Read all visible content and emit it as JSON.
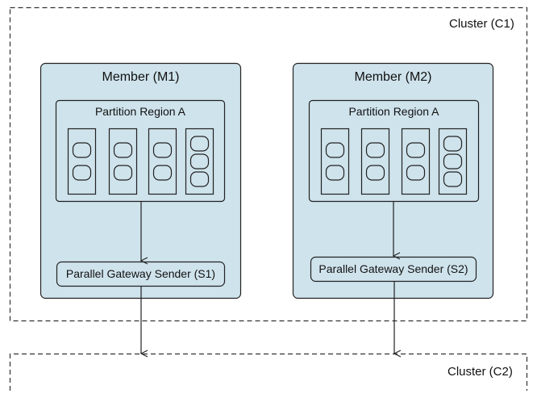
{
  "clusters": {
    "c1": {
      "label": "Cluster (C1)"
    },
    "c2": {
      "label": "Cluster (C2)"
    }
  },
  "members": [
    {
      "label": "Member (M1)",
      "region_label": "Partition Region A",
      "sender_label": "Parallel Gateway Sender (S1)",
      "buckets_per_column": [
        2,
        2,
        2,
        3
      ]
    },
    {
      "label": "Member (M2)",
      "region_label": "Partition Region A",
      "sender_label": "Parallel Gateway Sender (S2)",
      "buckets_per_column": [
        2,
        2,
        2,
        3
      ]
    }
  ],
  "colors": {
    "member_fill": "#cfe3ec",
    "stroke": "#222222",
    "box_fill": "#cfe3ec"
  }
}
